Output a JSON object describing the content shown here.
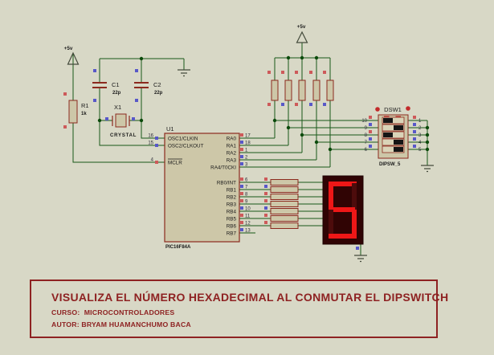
{
  "colors": {
    "background": "#d8d8c6",
    "wire": "#185918",
    "junction": "#0b4a0b",
    "component_outline": "#8c2a1e",
    "component_fill": "#cdc7a8",
    "component_fill_light": "#dad4b8",
    "pin_square_red": "#cd5a5a",
    "pin_square_blue": "#5858c8",
    "text_dark": "#1a1a1a",
    "pin_number": "#2e2e3a",
    "symbol": "#454b3c",
    "display_bg": "#300404",
    "segment_lit": "#ee1717",
    "segment_unlit": "#4d0c0c",
    "slider_black": "#151515",
    "title_red": "#8e2222",
    "dip_dot_red": "#c22a2a"
  },
  "schematic": {
    "power_rail_label": "+5v",
    "r1": {
      "ref": "R1",
      "value": "1k"
    },
    "c1": {
      "ref": "C1",
      "value": "22p"
    },
    "c2": {
      "ref": "C2",
      "value": "22p"
    },
    "x1": {
      "ref": "X1",
      "value": "CRYSTAL"
    },
    "mcu": {
      "ref": "U1",
      "value": "PIC16F84A",
      "left_pins": [
        {
          "name": "OSC1/CLKIN",
          "num": "16"
        },
        {
          "name": "OSC2/CLKOUT",
          "num": "15"
        },
        {
          "name": "MCLR",
          "num": "4"
        }
      ],
      "right_pins": [
        {
          "name": "RA0",
          "num": "17"
        },
        {
          "name": "RA1",
          "num": "18"
        },
        {
          "name": "RA2",
          "num": "1"
        },
        {
          "name": "RA3",
          "num": "2"
        },
        {
          "name": "RA4/T0CKI",
          "num": "3"
        },
        {
          "name": "RB0/INT",
          "num": "6"
        },
        {
          "name": "RB1",
          "num": "7"
        },
        {
          "name": "RB2",
          "num": "8"
        },
        {
          "name": "RB3",
          "num": "9"
        },
        {
          "name": "RB4",
          "num": "10"
        },
        {
          "name": "RB5",
          "num": "11"
        },
        {
          "name": "RB6",
          "num": "12"
        },
        {
          "name": "RB7",
          "num": "13"
        }
      ]
    },
    "dipswitch": {
      "ref": "DSW1",
      "value": "DIPSW_5",
      "left_pin_nums": [
        "10",
        "9",
        "8",
        "7",
        "6"
      ],
      "right_pin_nums": [
        "1",
        "2",
        "3",
        "4",
        "5"
      ],
      "states": [
        "left",
        "right",
        "left",
        "right",
        "right"
      ]
    },
    "display": {
      "digit": "5",
      "segments_lit": [
        "a",
        "c",
        "d",
        "f",
        "g"
      ]
    }
  },
  "title_block": {
    "title": "VISUALIZA EL NÚMERO HEXADECIMAL AL CONMUTAR EL DIPSWITCH",
    "course": "CURSO:  MICROCONTROLADORES",
    "author": "AUTOR: BRYAM HUAMANCHUMO BACA"
  }
}
